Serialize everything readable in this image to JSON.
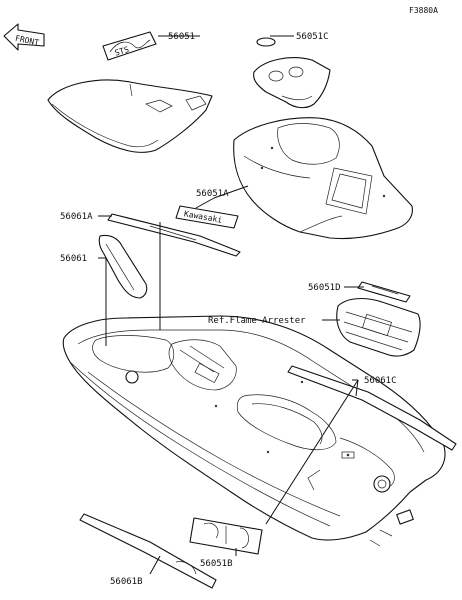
{
  "figure_code": "F3880A",
  "front_arrow_text": "FRONT",
  "reference_label": "Ref.Flame Arrester",
  "decal_texts": {
    "kawasaki": "Kawasaki",
    "logo": "STS"
  },
  "callouts": [
    {
      "id": "56051",
      "label": "56051"
    },
    {
      "id": "56051C",
      "label": "56051C"
    },
    {
      "id": "56051A",
      "label": "56051A"
    },
    {
      "id": "56061A",
      "label": "56061A"
    },
    {
      "id": "56061",
      "label": "56061"
    },
    {
      "id": "56051D",
      "label": "56051D"
    },
    {
      "id": "56061C",
      "label": "56061C"
    },
    {
      "id": "56051B",
      "label": "56051B"
    },
    {
      "id": "56061B",
      "label": "56061B"
    }
  ]
}
